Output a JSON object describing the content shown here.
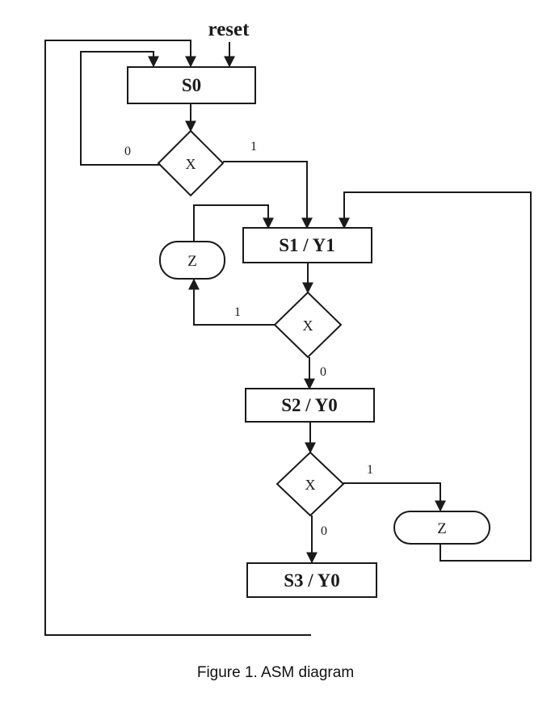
{
  "diagram": {
    "reset_label": "reset",
    "states": {
      "s0": "S0",
      "s1": "S1 / Y1",
      "s2": "S2 / Y0",
      "s3": "S3 / Y0"
    },
    "decisions": {
      "d1": "X",
      "d2": "X",
      "d3": "X"
    },
    "outputs": {
      "z1": "Z",
      "z2": "Z"
    },
    "branch_labels": {
      "d1_false": "0",
      "d1_true": "1",
      "d2_true": "1",
      "d2_false": "0",
      "d3_true": "1",
      "d3_false": "0"
    }
  },
  "caption": "Figure 1. ASM diagram"
}
